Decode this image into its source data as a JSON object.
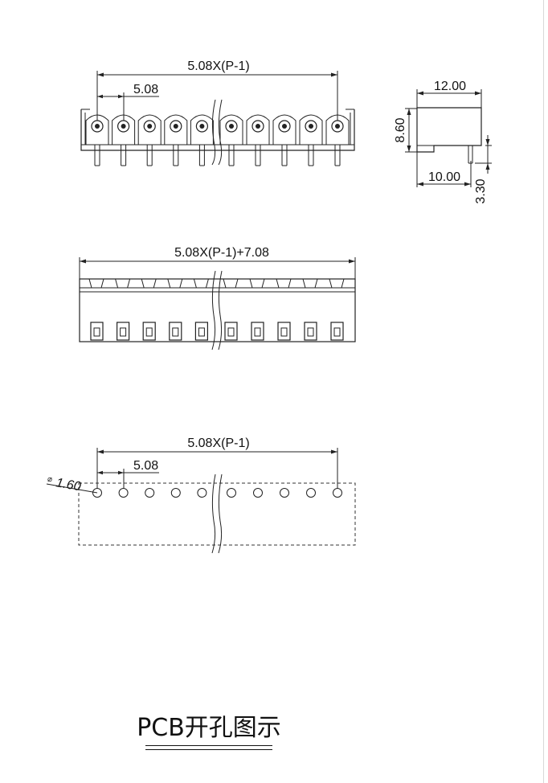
{
  "top_view": {
    "overall_dim": "5.08X(P-1)",
    "pitch_dim": "5.08"
  },
  "side_view": {
    "width_dim": "12.00",
    "height_dim": "8.60",
    "base_dim": "10.00",
    "pin_dim": "3.30"
  },
  "front_view": {
    "overall_dim": "5.08X(P-1)+7.08"
  },
  "pcb_view": {
    "overall_dim": "5.08X(P-1)",
    "pitch_dim": "5.08",
    "hole_dim": "1.60",
    "hole_symbol": "⌀"
  },
  "caption": "PCB开孔图示",
  "positions": 10
}
